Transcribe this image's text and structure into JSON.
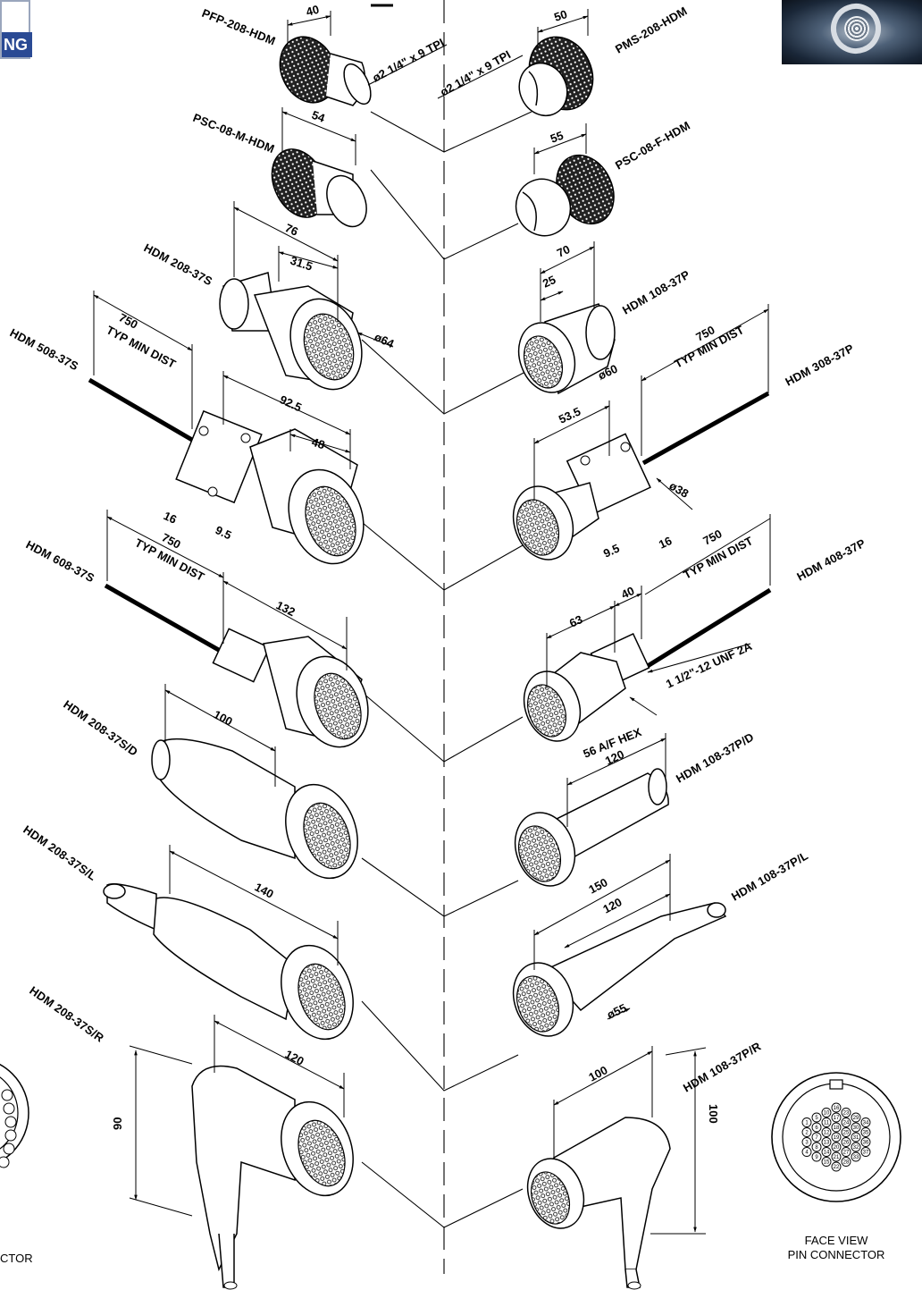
{
  "logo": {
    "text": "NG"
  },
  "labels": {
    "pfp": "PFP-208-HDM",
    "pms": "PMS-208-HDM",
    "psc_m": "PSC-08-M-HDM",
    "psc_f": "PSC-08-F-HDM",
    "hdm208_37s": "HDM 208-37S",
    "hdm108_37p": "HDM 108-37P",
    "hdm508_37s": "HDM 508-37S",
    "hdm308_37p": "HDM 308-37P",
    "hdm608_37s": "HDM 608-37S",
    "hdm408_37p": "HDM 408-37P",
    "hdm208_37sd": "HDM 208-37S/D",
    "hdm108_37pd": "HDM 108-37P/D",
    "hdm208_37sl": "HDM 208-37S/L",
    "hdm108_37pl": "HDM 108-37P/L",
    "hdm208_37sr": "HDM 208-37S/R",
    "hdm108_37pr": "HDM 108-37P/R"
  },
  "dims": {
    "d40": "40",
    "d50": "50",
    "d54": "54",
    "d55": "55",
    "thread_a": "ø2 1/4\" x 9 TPI",
    "thread_b": "ø2 1/4\" x 9 TPI",
    "d76": "76",
    "d31_5": "31.5",
    "d64": "ø64",
    "d70": "70",
    "d25": "25",
    "d60": "ø60",
    "d750_a": "750",
    "typmin_a": "TYP MIN DIST",
    "d750_b": "750",
    "typmin_b": "TYP MIN DIST",
    "d92_5": "92.5",
    "d48": "48",
    "d16_a": "16",
    "d9_5_a": "9.5",
    "d53_5": "53.5",
    "d38": "ø38",
    "d9_5_b": "9.5",
    "d16_b": "16",
    "d750_c": "750",
    "typmin_c": "TYP MIN DIST",
    "d750_d": "750",
    "typmin_d": "TYP MIN DIST",
    "d132": "132",
    "d63": "63",
    "d40_b": "40",
    "unf": "1 1/2\"-12 UNF 2A",
    "hex": "56 A/F HEX",
    "d100_a": "100",
    "d120_a": "120",
    "d140": "140",
    "d150": "150",
    "d120_b": "120",
    "d55_b": "ø55",
    "d120_c": "120",
    "d90": "90",
    "d100_b": "100",
    "d100_c": "100"
  },
  "face_view": {
    "title": "FACE VIEW",
    "subtitle": "PIN CONNECTOR",
    "left_partial": "CTOR",
    "pins": [
      "1",
      "2",
      "3",
      "4",
      "5",
      "6",
      "7",
      "8",
      "9",
      "10",
      "11",
      "12",
      "13",
      "14",
      "15",
      "16",
      "17",
      "18",
      "19",
      "20",
      "21",
      "22",
      "23",
      "24",
      "25",
      "26",
      "27",
      "28",
      "29",
      "30",
      "31",
      "32",
      "33",
      "34",
      "35",
      "36",
      "37"
    ]
  }
}
